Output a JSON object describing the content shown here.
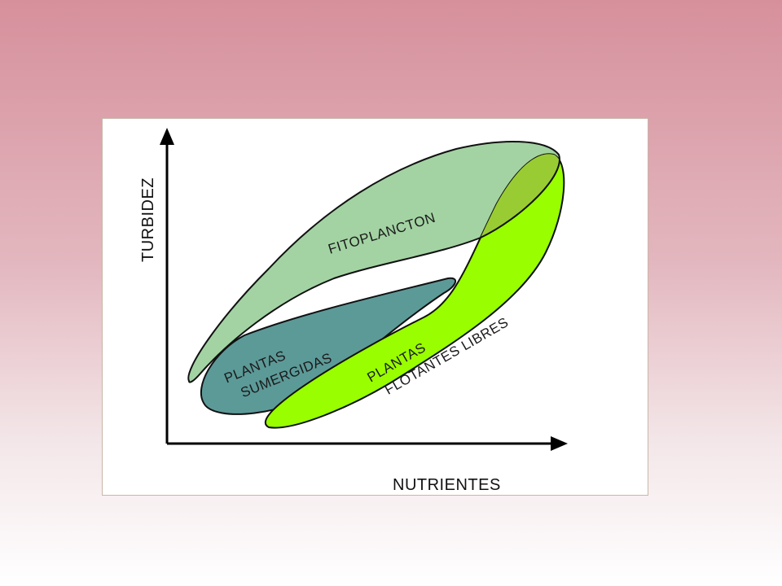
{
  "diagram": {
    "axes": {
      "y_label": "TURBIDEZ",
      "x_label": "NUTRIENTES"
    },
    "regions": {
      "phytoplankton": {
        "label": "FITOPLANCTON",
        "color": "#a3d3a3"
      },
      "submerged": {
        "line1": "PLANTAS",
        "line2": "SUMERGIDAS",
        "color": "#5c9a98"
      },
      "floating": {
        "line1": "PLANTAS",
        "line2": "FLOTANTES LIBRES",
        "color": "#99ff00"
      },
      "overlap_color": "#99cc33"
    }
  }
}
